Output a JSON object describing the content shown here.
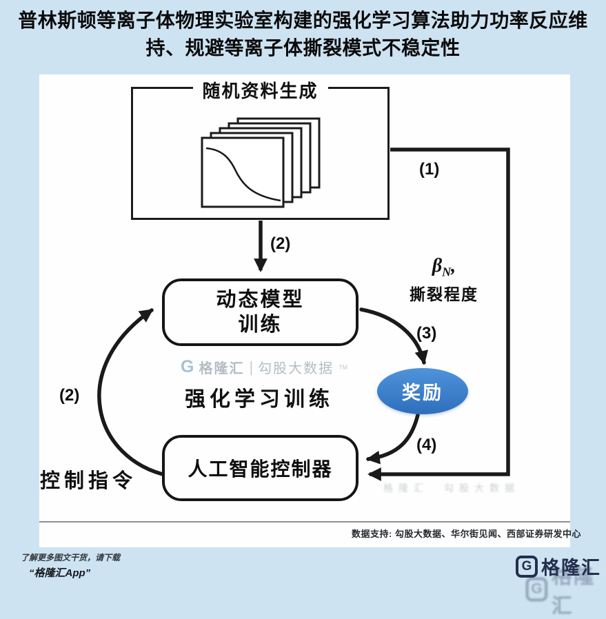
{
  "title": {
    "line1": "普林斯顿等离子体物理实验室构建的强化学习算法助力功率反应维",
    "line2": "持、规避等离子体撕裂模式不稳定性"
  },
  "diagram": {
    "data_gen_label": "随机资料生成",
    "dyn_line1": "动态模型",
    "dyn_line2": "训练",
    "rl_training": "强化学习训练",
    "reward": "奖励",
    "ai_controller": "人工智能控制器",
    "control_cmd": "控制指令",
    "beta_symbol": "β",
    "beta_sub": "N",
    "beta_comma": ",",
    "beta_label": "撕裂程度",
    "step1": "(1)",
    "step2_top": "(2)",
    "step2_left": "(2)",
    "step3": "(3)",
    "step4": "(4)",
    "watermark": {
      "g": "G",
      "brand": "格隆汇",
      "divider": "|",
      "sub": "勾股大数据",
      "tm": "TM"
    }
  },
  "footer": {
    "credit": "数据支持: 勾股大数据、华尔街见闻、西部证券研发中心",
    "promo_line1": "了解更多图文干货，请下载",
    "promo_line2": "“格隆汇App”",
    "logo_g": "G",
    "logo_text": "格隆汇"
  },
  "colors": {
    "background_blue": "#cde3f2",
    "reward_blue": "#2e6fbd",
    "logo_navy": "#232f4e",
    "arrow_black": "#1a1a1a"
  }
}
